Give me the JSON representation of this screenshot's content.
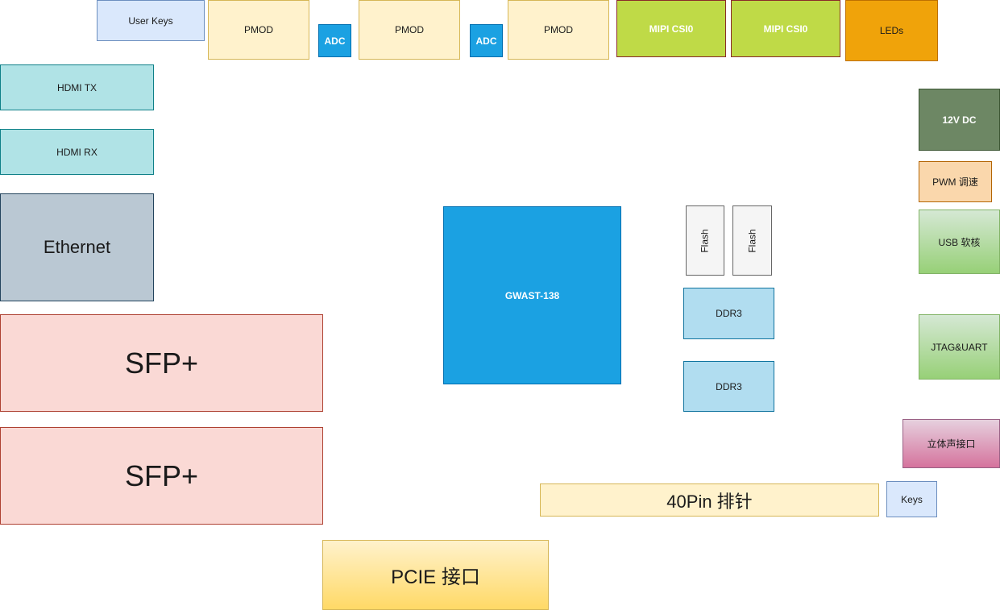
{
  "blocks": {
    "user_keys": "User Keys",
    "pmod_1": "PMOD",
    "adc_1": "ADC",
    "pmod_2": "PMOD",
    "adc_2": "ADC",
    "pmod_3": "PMOD",
    "mipi_csi_1": "MIPI CSI0",
    "mipi_csi_2": "MIPI CSI0",
    "leds": "LEDs",
    "hdmi_tx": "HDMI TX",
    "hdmi_rx": "HDMI RX",
    "ethernet": "Ethernet",
    "sfp_1": "SFP+",
    "sfp_2": "SFP+",
    "fpga": "GWAST-138",
    "flash_1": "Flash",
    "flash_2": "Flash",
    "ddr3_1": "DDR3",
    "ddr3_2": "DDR3",
    "power_12v": "12V DC",
    "pwm": "PWM 调速",
    "usb": "USB 软核",
    "jtag_uart": "JTAG&UART",
    "audio": "立体声接口",
    "header_40pin": "40Pin 排针",
    "keys": "Keys",
    "pcie": "PCIE 接口"
  },
  "colors": {
    "fpga": "#1ba1e2",
    "mipi": "#bfda47",
    "leds": "#f0a30a",
    "sfp": "#fad9d5",
    "hdmi": "#b0e3e6",
    "ethernet": "#bac8d3",
    "power": "#6d8764"
  }
}
